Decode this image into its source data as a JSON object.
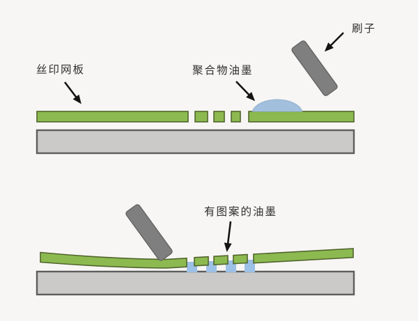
{
  "figure": {
    "top_stage": {
      "labels": {
        "screen_plate": "丝印网板",
        "polymer_ink": "聚合物油墨",
        "brush": "刷子"
      }
    },
    "bottom_stage": {
      "labels": {
        "patterned_ink": "有图案的油墨"
      }
    }
  },
  "colors": {
    "background": "#f7f6f4",
    "mesh_green": "#8cba50",
    "mesh_outline": "#51642c",
    "substrate_gray": "#cbcac8",
    "substrate_outline": "#5d5d5d",
    "brush_gray": "#7f7f7f",
    "brush_outline": "#666666",
    "ink_blue": "#a2c0dd",
    "ink_square_blue": "#9cc0e6",
    "label_text": "#2f2f2f",
    "arrow_black": "#141414"
  }
}
